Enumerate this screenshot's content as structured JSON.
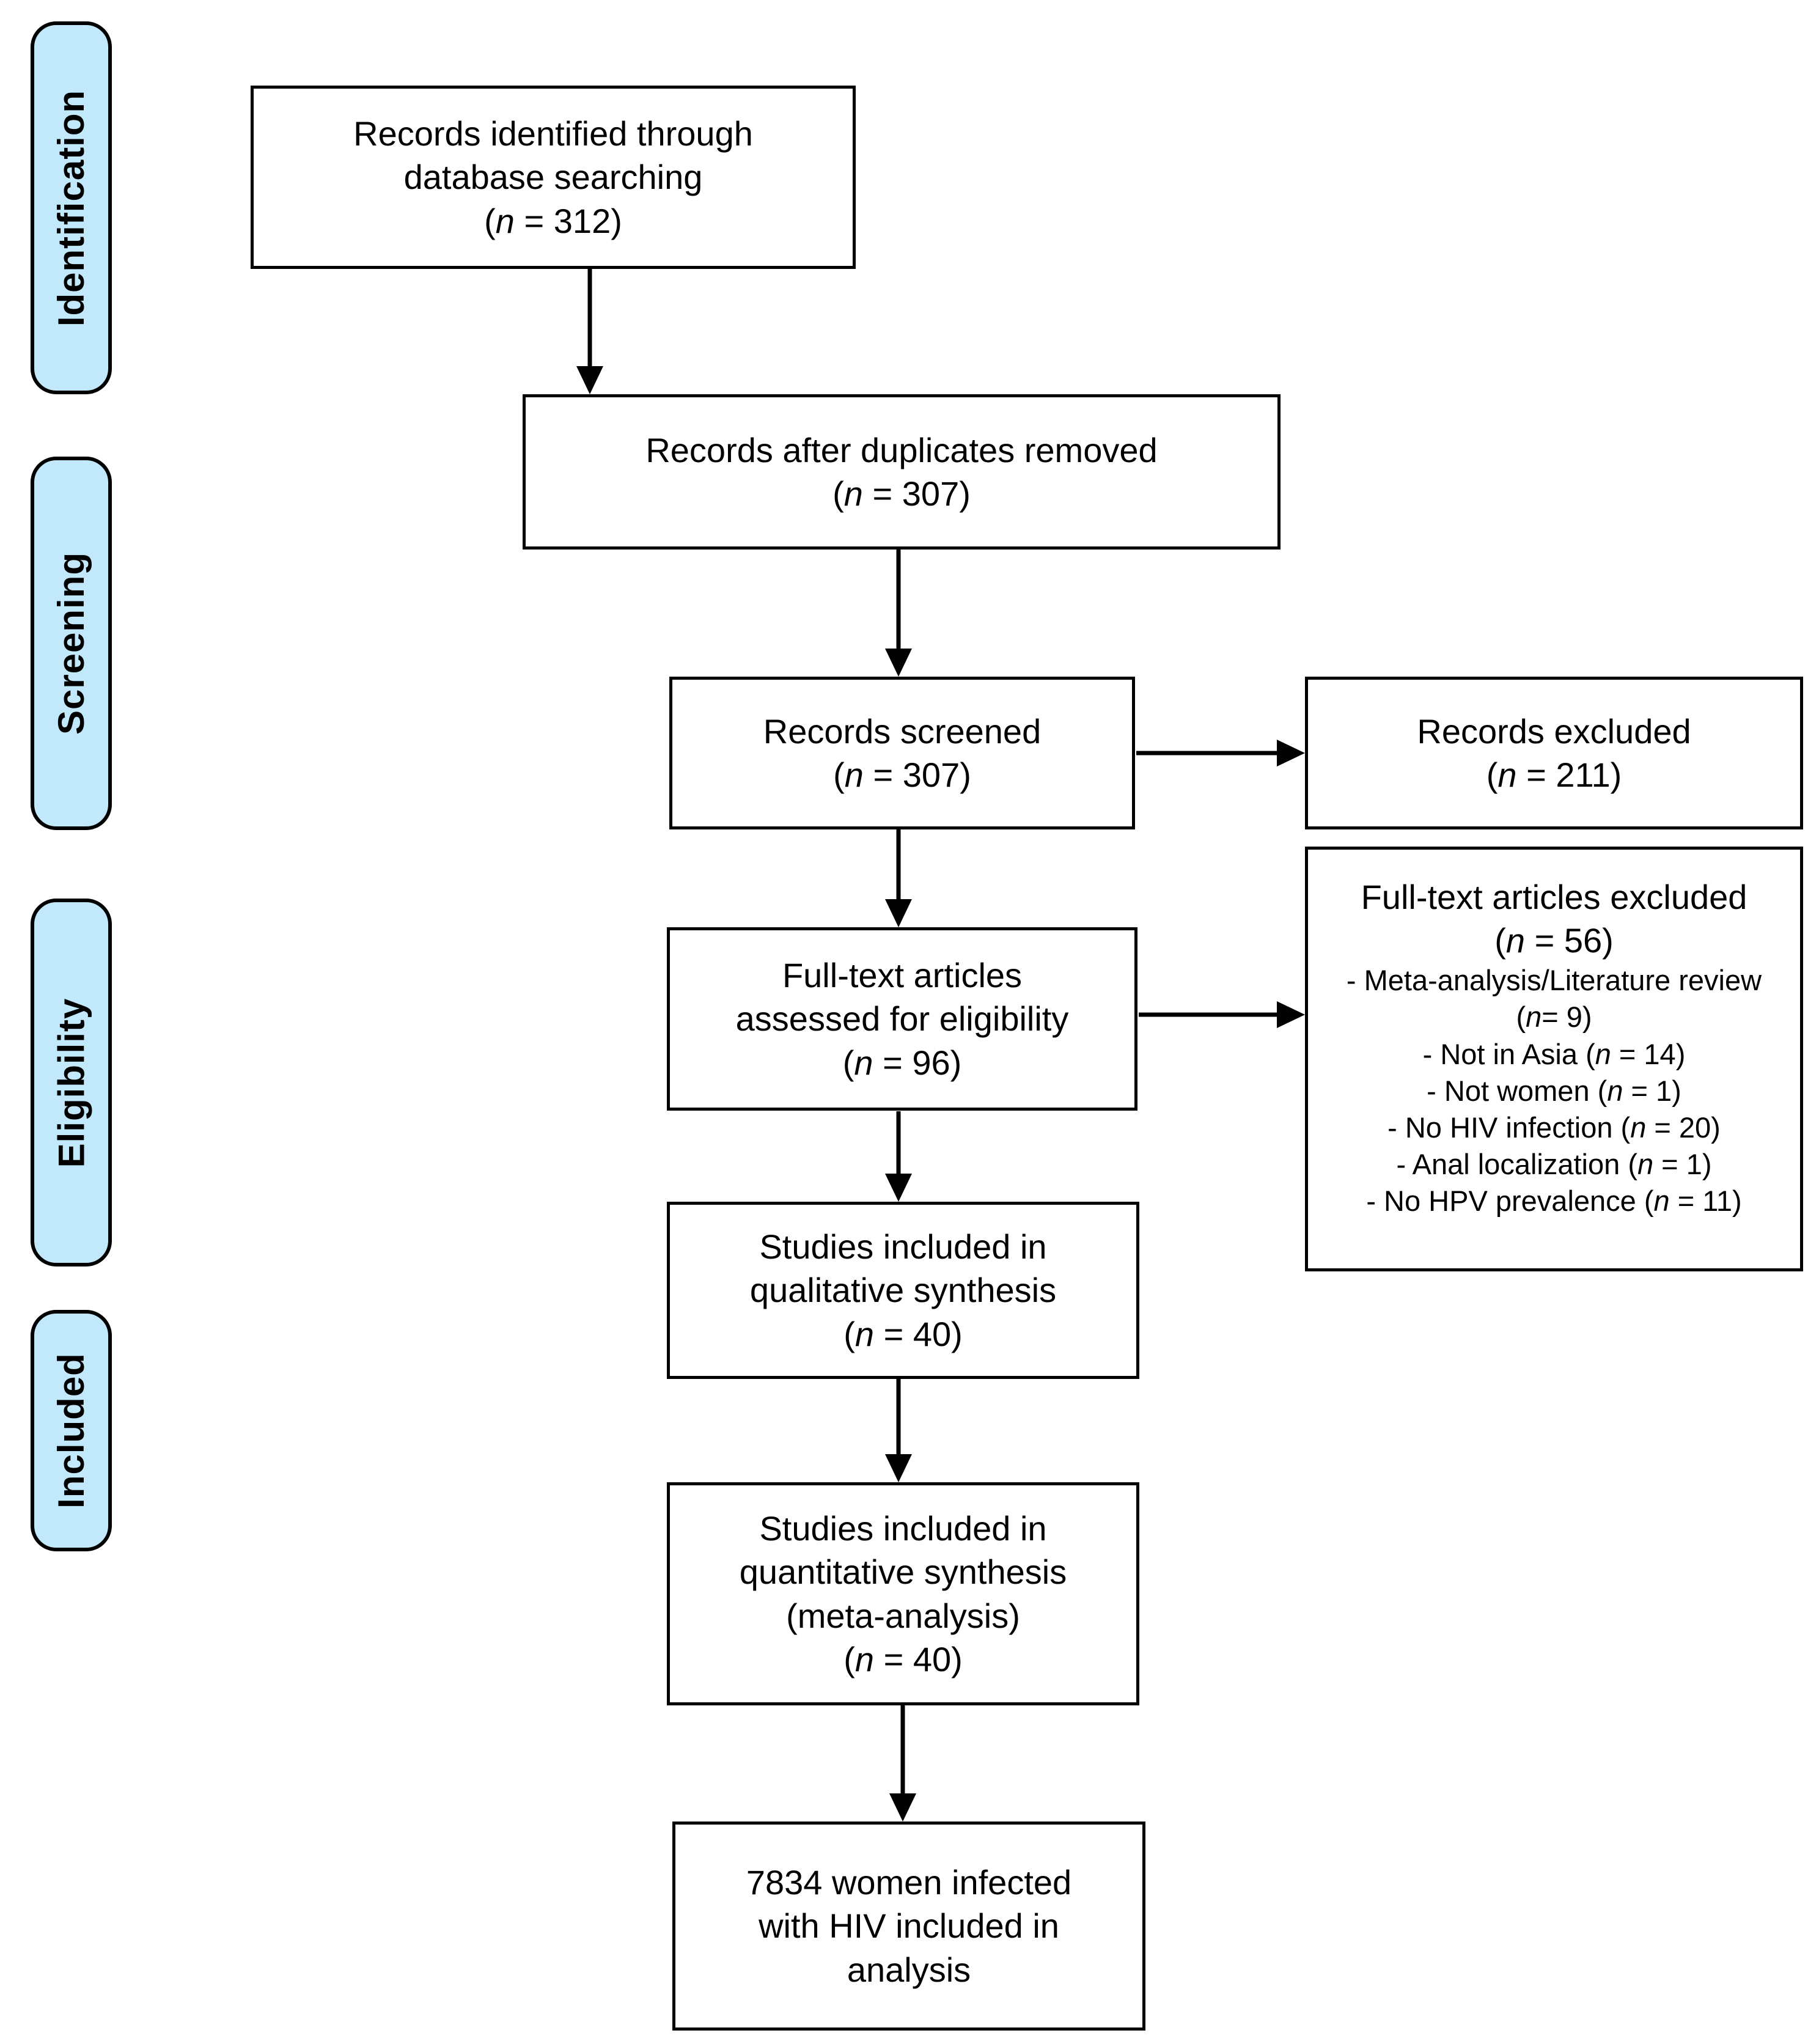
{
  "diagram_type": "PRISMA flow diagram",
  "colors": {
    "sidebar_fill": "#C1E9FB",
    "line": "#000000",
    "background": "#FFFFFF",
    "text": "#000000"
  },
  "sidebar": {
    "items": [
      {
        "label": "Identification"
      },
      {
        "label": "Screening"
      },
      {
        "label": "Eligibility"
      },
      {
        "label": "Included"
      }
    ]
  },
  "boxes": {
    "records_identified": {
      "lines": [
        "Records identified through",
        "database searching",
        "(*n* = 312)"
      ]
    },
    "records_after_duplicates": {
      "lines": [
        "Records after duplicates removed",
        "(*n* = 307)"
      ]
    },
    "records_screened": {
      "lines": [
        "Records screened",
        "(*n* = 307)"
      ]
    },
    "records_excluded": {
      "lines": [
        "Records excluded",
        "(*n* = 211)"
      ]
    },
    "fulltext_assessed": {
      "lines": [
        "Full-text articles",
        "assessed for eligibility",
        "(*n* = 96)"
      ]
    },
    "fulltext_excluded": {
      "lines": [
        "Full-text articles excluded",
        "(*n* = 56)",
        "- Meta-analysis/Literature review",
        "(*n*= 9)",
        "- Not in Asia (*n* = 14)",
        "- Not women (*n* = 1)",
        "- No HIV infection (*n* = 20)",
        "- Anal localization (*n* = 1)",
        "- No HPV prevalence (*n* = 11)"
      ]
    },
    "qualitative_synthesis": {
      "lines": [
        "Studies included in",
        "qualitative synthesis",
        "(*n* = 40)"
      ]
    },
    "quantitative_synthesis": {
      "lines": [
        "Studies included in",
        "quantitative synthesis",
        "(meta-analysis)",
        "(*n* = 40)"
      ]
    },
    "women_in_analysis": {
      "lines": [
        "7834 women infected",
        "with HIV included in",
        "analysis"
      ]
    }
  }
}
